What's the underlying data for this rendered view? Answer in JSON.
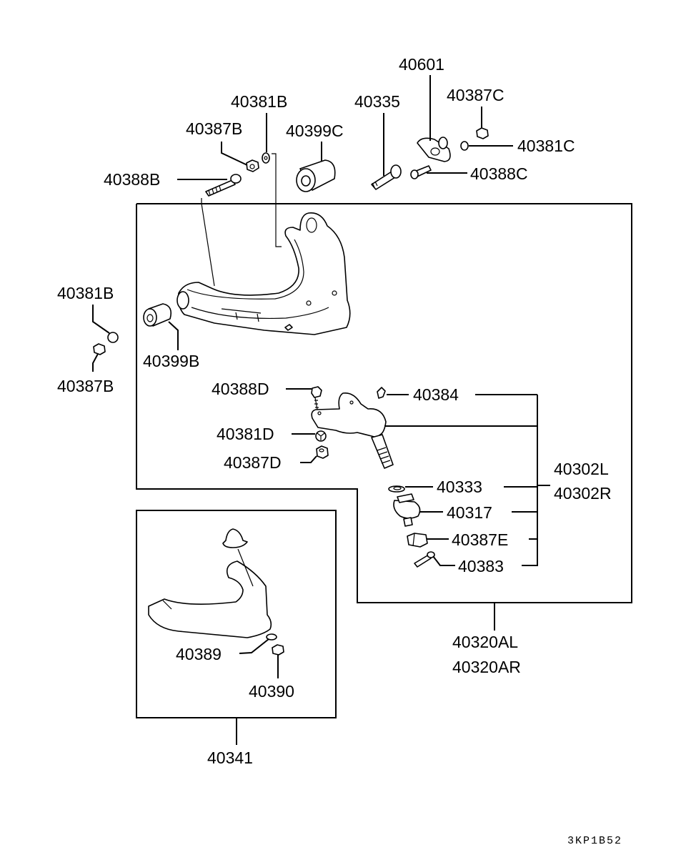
{
  "diagram": {
    "type": "exploded-parts-diagram",
    "subject": "front upper control arm assembly",
    "reference_code": "3KP1B52",
    "colors": {
      "ink": "#000000",
      "background": "#ffffff"
    },
    "callouts": {
      "c40601": "40601",
      "c40381B_top": "40381B",
      "c40387C": "40387C",
      "c40335": "40335",
      "c40387B_top": "40387B",
      "c40399C": "40399C",
      "c40381C": "40381C",
      "c40388B": "40388B",
      "c40388C": "40388C",
      "c40381B_left": "40381B",
      "c40399B": "40399B",
      "c40387B_left": "40387B",
      "c40388D": "40388D",
      "c40384": "40384",
      "c40381D": "40381D",
      "c40387D": "40387D",
      "c40302L": "40302L",
      "c40302R": "40302R",
      "c40333": "40333",
      "c40317": "40317",
      "c40387E": "40387E",
      "c40383": "40383",
      "c40389": "40389",
      "c40390": "40390",
      "c40341": "40341",
      "c40320AL": "40320AL",
      "c40320AR": "40320AR"
    },
    "groups": [
      {
        "name": "upper arm assembly",
        "parts": [
          "40320AL",
          "40320AR"
        ]
      },
      {
        "name": "ball joint kit",
        "parts": [
          "40302L",
          "40302R"
        ],
        "members": [
          "40384",
          "40333",
          "40317",
          "40387E",
          "40383"
        ]
      },
      {
        "name": "bump stopper bracket",
        "parts": [
          "40341"
        ],
        "members": [
          "40389",
          "40390"
        ]
      }
    ]
  }
}
